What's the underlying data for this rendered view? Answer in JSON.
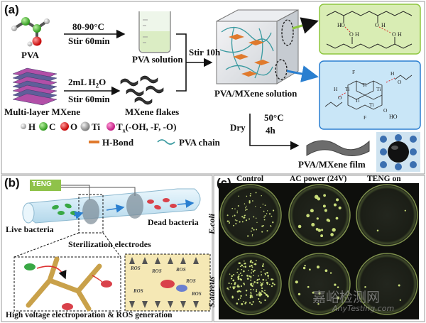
{
  "panel_a": {
    "letter": "(a)",
    "pva_label": "PVA",
    "step1_temp": "80-90°C",
    "step1_stir": "Stir 60min",
    "pva_solution": "PVA solution",
    "stir_10h": "Stir 10h",
    "step2_water": "2mL H",
    "step2_water_sub": "2",
    "step2_water_o": "O",
    "step2_stir": "Stir 60min",
    "multilayer": "Multi-layer MXene",
    "mxene_flakes": "MXene flakes",
    "composite_solution": "PVA/MXene solution",
    "dry": "Dry",
    "dry_temp": "50°C",
    "dry_time": "4h",
    "film": "PVA/MXene film",
    "legend": {
      "h": "H",
      "c": "C",
      "o": "O",
      "ti": "Ti",
      "tx": "T",
      "tx_sub": "x",
      "tx_rest": "(-OH, -F, -O)",
      "hbond": "H-Bond",
      "chain": "PVA chain"
    },
    "inset_hydroxyl": "HO"
  },
  "panel_b": {
    "letter": "(b)",
    "teng": "TENG",
    "live": "Live bacteria",
    "dead": "Dead bacteria",
    "electrodes": "Sterilization electrodes",
    "caption_left": "High voltage electroporation",
    "caption_join": "&",
    "caption_right": "ROS generation",
    "ros_tag": "ROS"
  },
  "panel_c": {
    "letter": "(c)",
    "columns": [
      "Control",
      "AC power (24V)",
      "TENG on"
    ],
    "rows": [
      "E.coli",
      "S.aureus"
    ]
  },
  "watermark": {
    "cn": "嘉峪检测网",
    "en": "AnyTesting.com"
  },
  "colors": {
    "inset_green": "#d9edb4",
    "inset_blue": "#c9e6f7",
    "petri_bg": "#1a1d17",
    "colony": "#c9dd7a",
    "tube": "#cfe8f5",
    "teng_box": "#8fc24a"
  }
}
